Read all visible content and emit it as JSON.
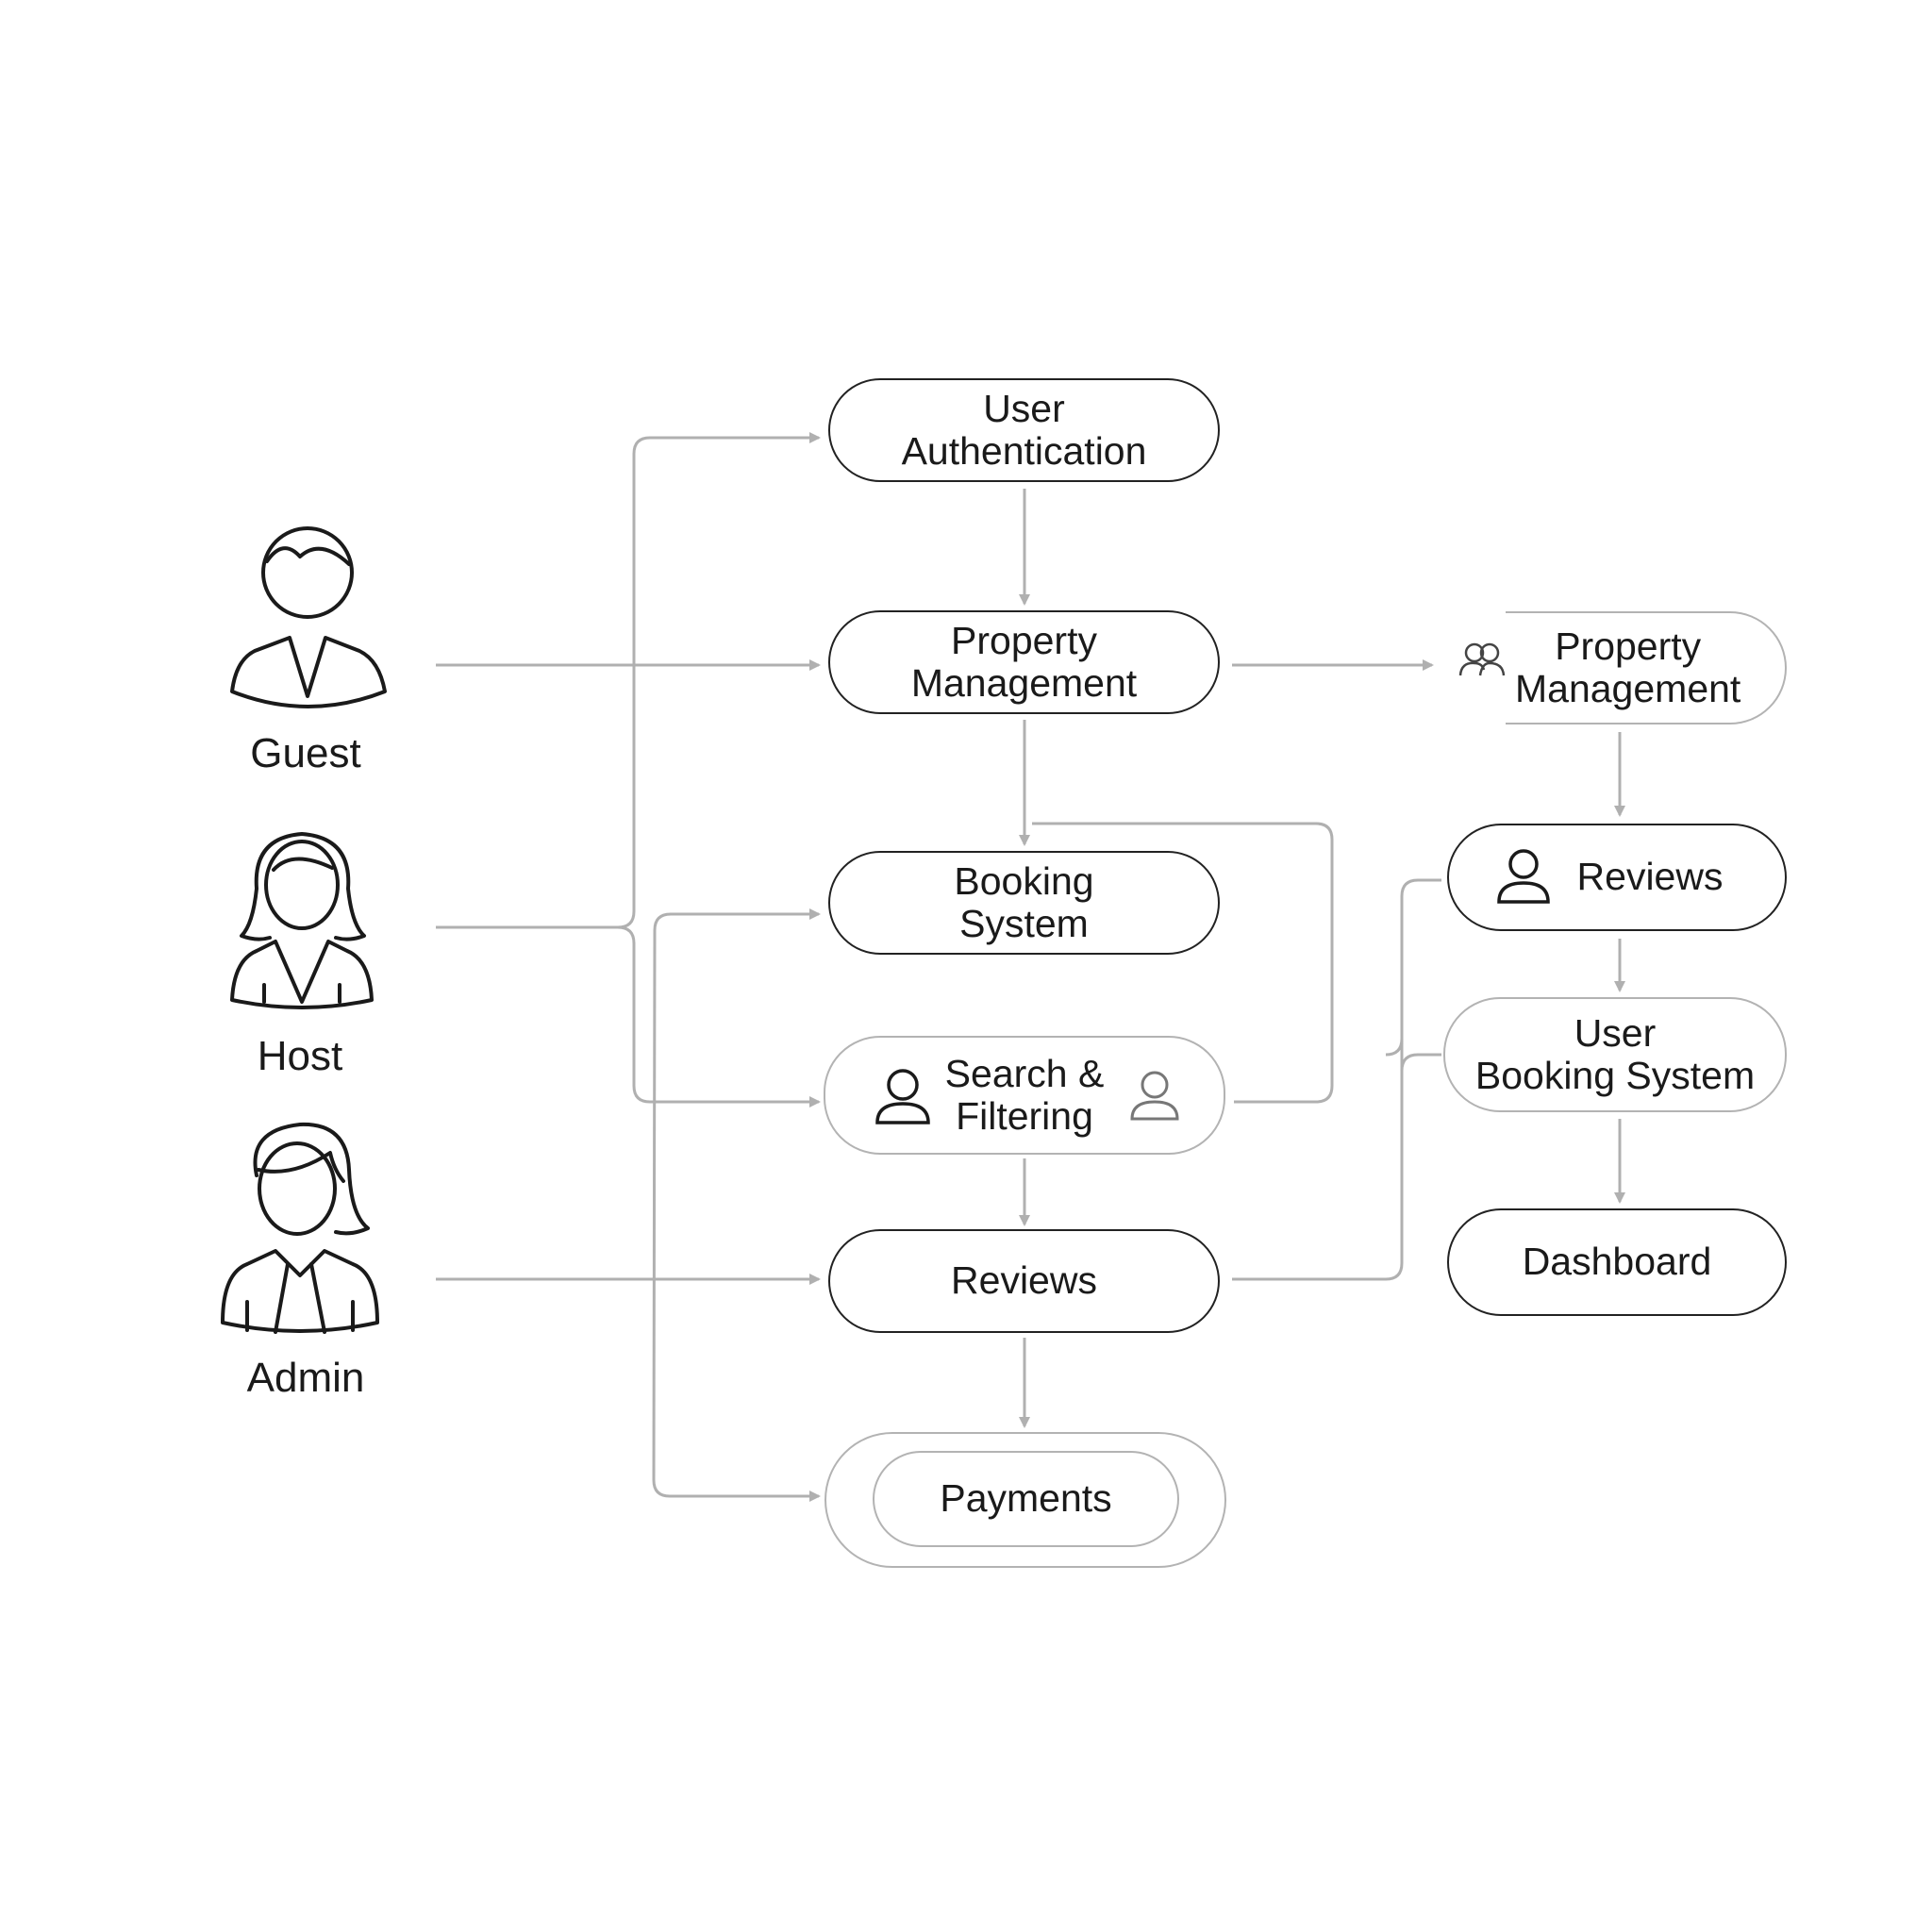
{
  "actors": [
    {
      "id": "guest",
      "label": "Guest",
      "icon": "guest-avatar-icon"
    },
    {
      "id": "host",
      "label": "Host",
      "icon": "host-avatar-icon"
    },
    {
      "id": "admin",
      "label": "Admin",
      "icon": "admin-avatar-icon"
    }
  ],
  "center_nodes": {
    "user_auth": {
      "line1": "User",
      "line2": "Authentication"
    },
    "property_mgmt": {
      "line1": "Property",
      "line2": "Management"
    },
    "booking": {
      "line1": "Booking",
      "line2": "System"
    },
    "search": {
      "line1": "Search &",
      "line2": "Filtering"
    },
    "reviews": {
      "label": "Reviews"
    },
    "payments": {
      "label": "Payments"
    }
  },
  "right_nodes": {
    "property_mgmt": {
      "line1": "Property",
      "line2": "Management"
    },
    "reviews": {
      "label": "Reviews"
    },
    "user_booking": {
      "line1": "User",
      "line2": "Booking System"
    },
    "dashboard": {
      "label": "Dashboard"
    }
  },
  "colors": {
    "stroke": "#222222",
    "connector": "#b0b0b0",
    "background": "#ffffff"
  }
}
